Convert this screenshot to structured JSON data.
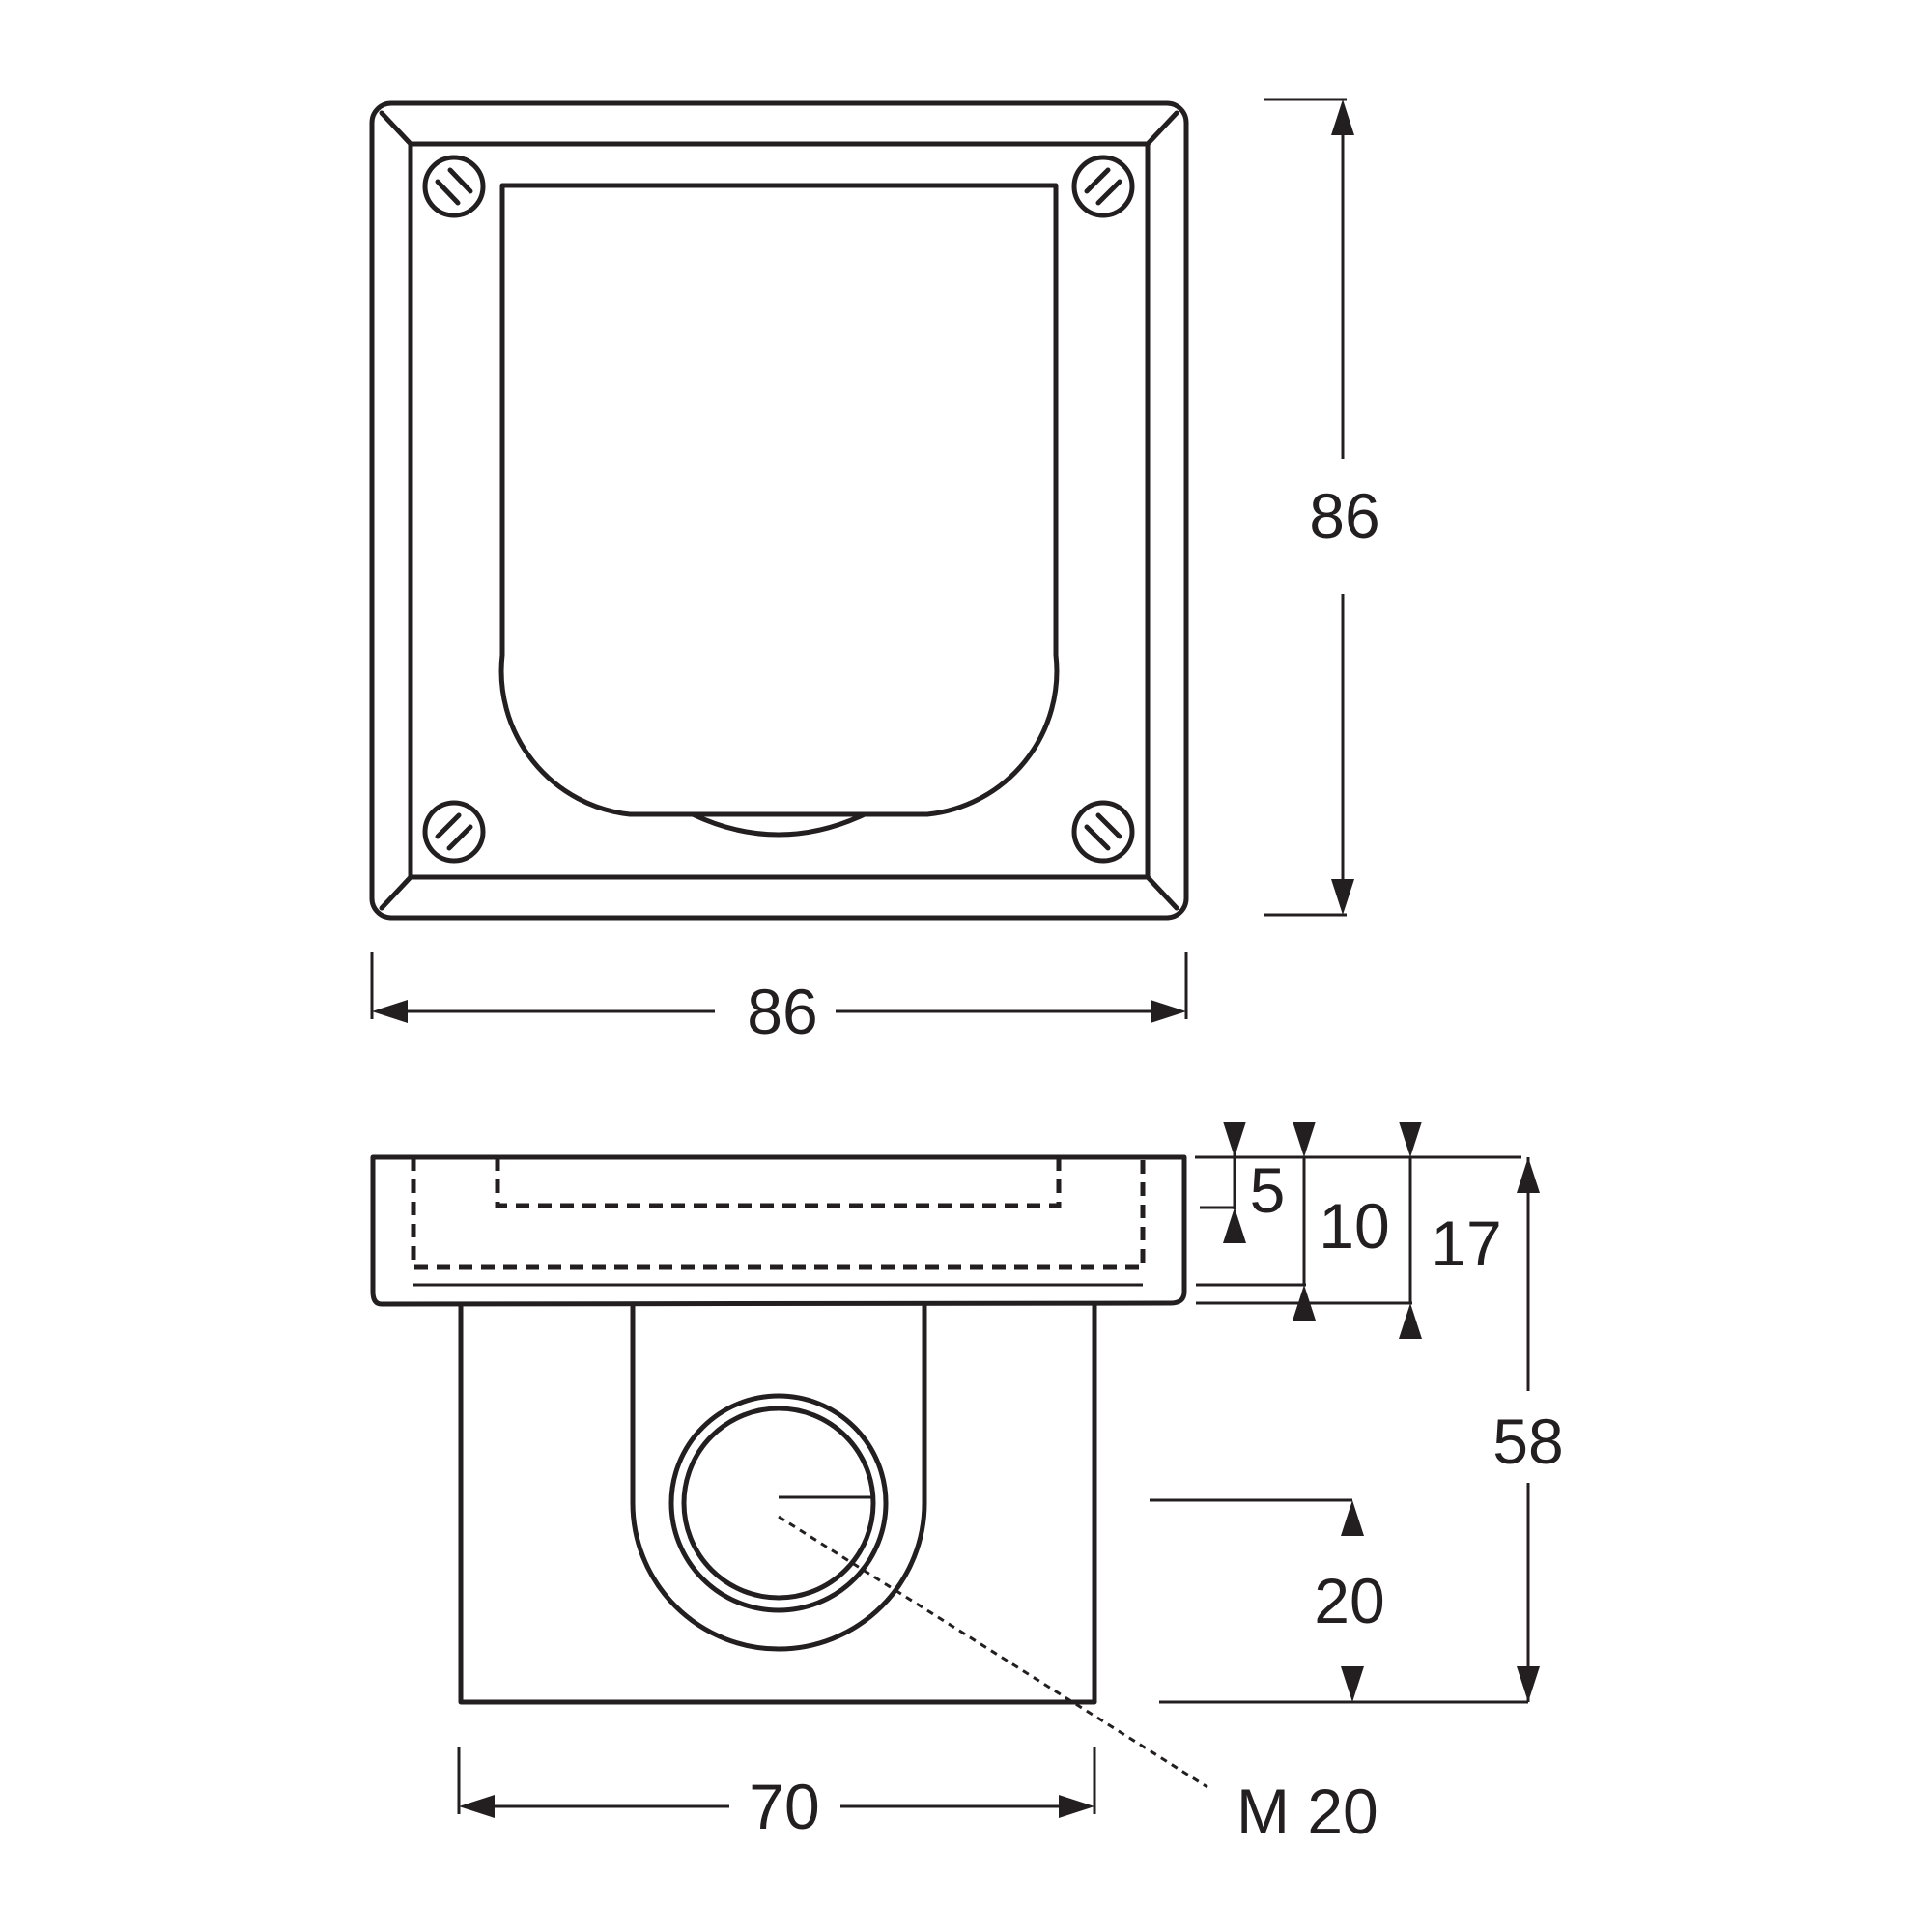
{
  "dimensions": {
    "front_height": "86",
    "front_width": "86",
    "side_5": "5",
    "side_10": "10",
    "side_17": "17",
    "side_58": "58",
    "side_20": "20",
    "side_width": "70",
    "thread_label": "M 20"
  },
  "colors": {
    "line": "#231f20",
    "background": "#ffffff"
  }
}
